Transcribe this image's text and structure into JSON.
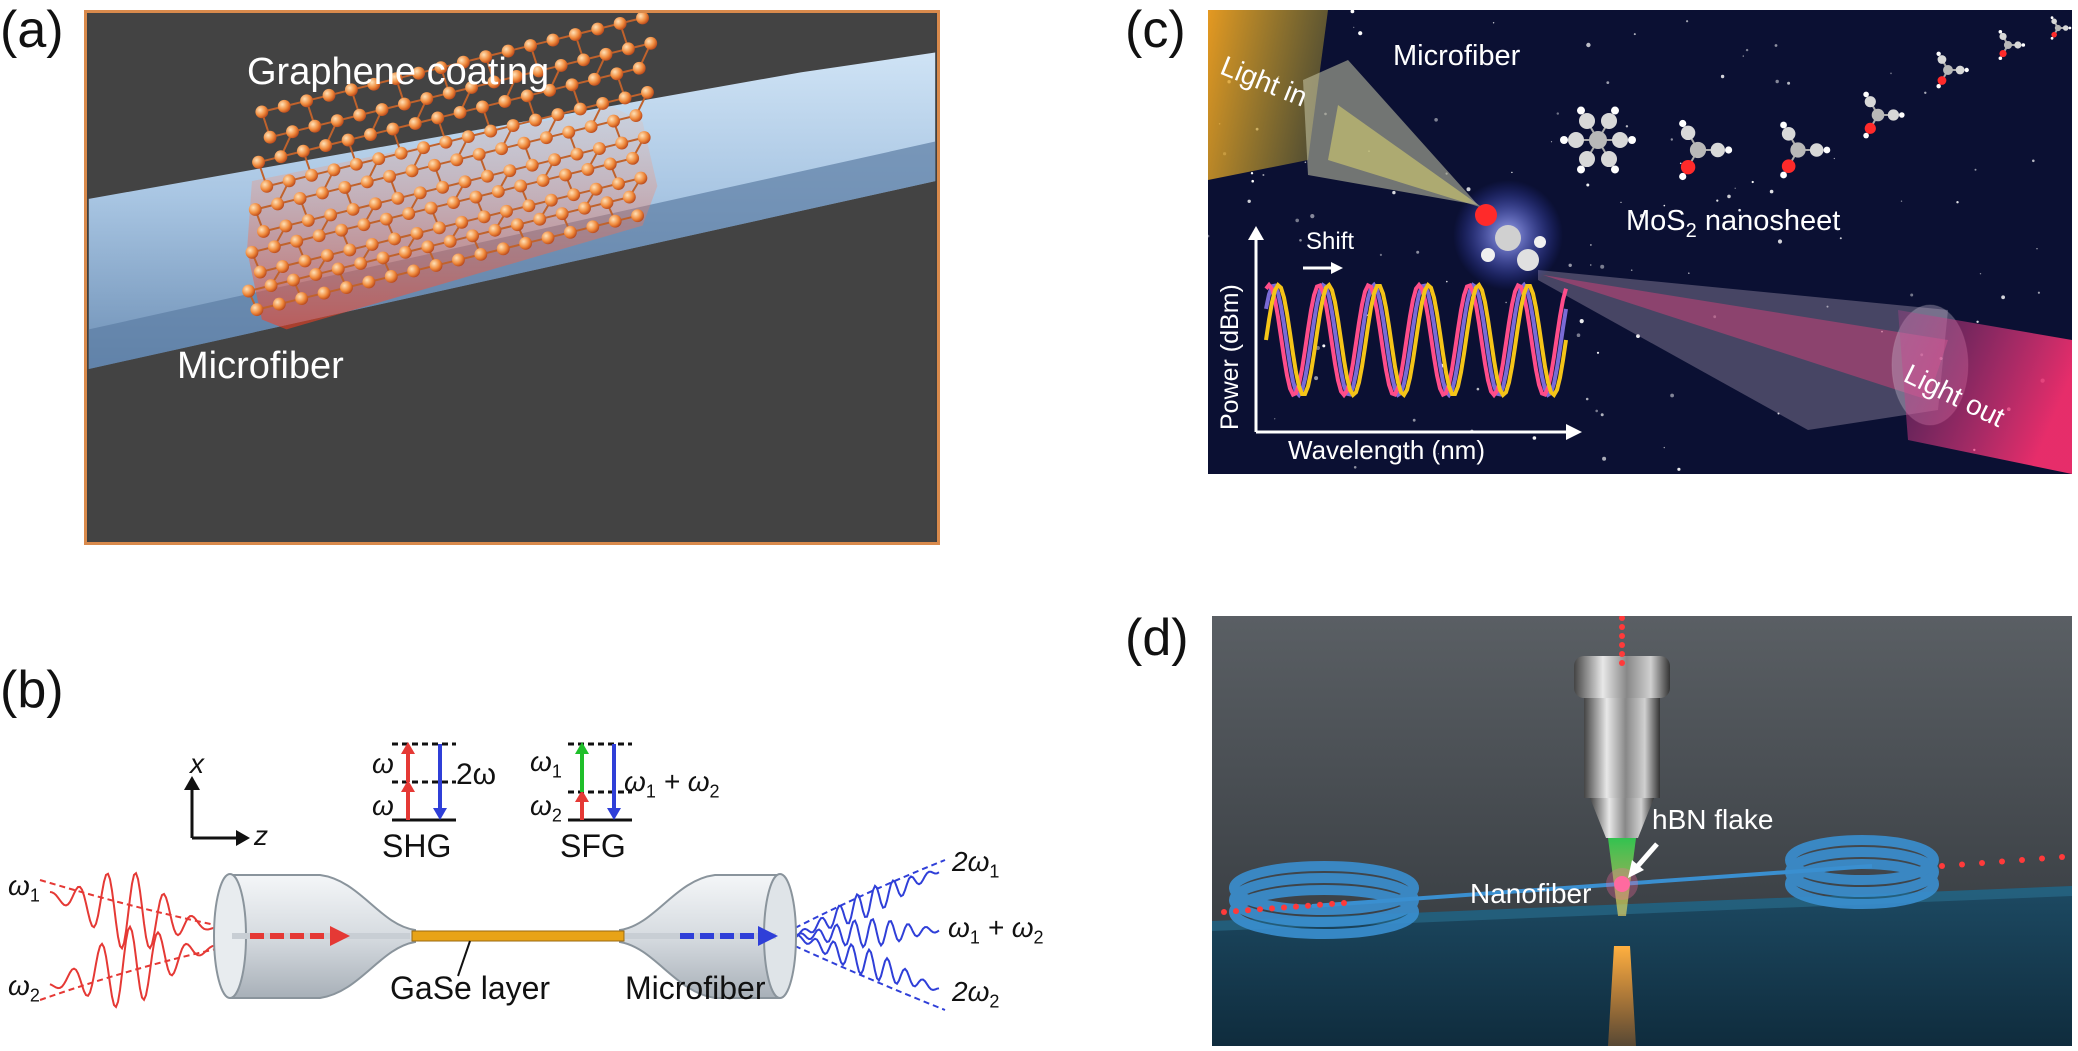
{
  "panels": {
    "a": {
      "letter": "(a)",
      "labels": {
        "coating": "Graphene coating",
        "fiber": "Microfiber"
      }
    },
    "b": {
      "letter": "(b)",
      "axes": {
        "x": "x",
        "z": "z"
      },
      "shg": {
        "title": "SHG",
        "omega_top": "ω",
        "omega_bottom": "ω",
        "output": "2ω"
      },
      "sfg": {
        "title": "SFG",
        "omega_top": "ω",
        "omega_top_sub": "1",
        "omega_bottom": "ω",
        "omega_bottom_sub": "2",
        "output": "ω",
        "output_sub1": "1",
        "output_plus": " + ω",
        "output_sub2": "2"
      },
      "inputs": {
        "w1": "ω",
        "w1_sub": "1",
        "w2": "ω",
        "w2_sub": "2"
      },
      "outputs": {
        "o1": "2ω",
        "o1_sub": "1",
        "o2": "ω",
        "o2_sub1": "1",
        "o2_plus": " + ω",
        "o2_sub2": "2",
        "o3": "2ω",
        "o3_sub": "2"
      },
      "labels": {
        "layer": "GaSe layer",
        "fiber": "Microfiber"
      },
      "colors": {
        "input": "#e53935",
        "output": "#2f3fd8",
        "green": "#1fbf2a",
        "layer": "#e8a317"
      }
    },
    "c": {
      "letter": "(c)",
      "labels": {
        "light_in": "Light in",
        "fiber": "Microfiber",
        "sheet_pre": "MoS",
        "sheet_sub": "2",
        "sheet_post": " nanosheet",
        "light_out": "Light out",
        "shift": "Shift",
        "ylabel": "Power (dBm)",
        "xlabel": "Wavelength (nm)"
      },
      "colors": {
        "yellow": "#f5c518",
        "pink": "#ff4d8a",
        "purple": "#7a6bd6"
      }
    },
    "d": {
      "letter": "(d)",
      "labels": {
        "flake": "hBN flake",
        "fiber": "Nanofiber"
      }
    }
  }
}
